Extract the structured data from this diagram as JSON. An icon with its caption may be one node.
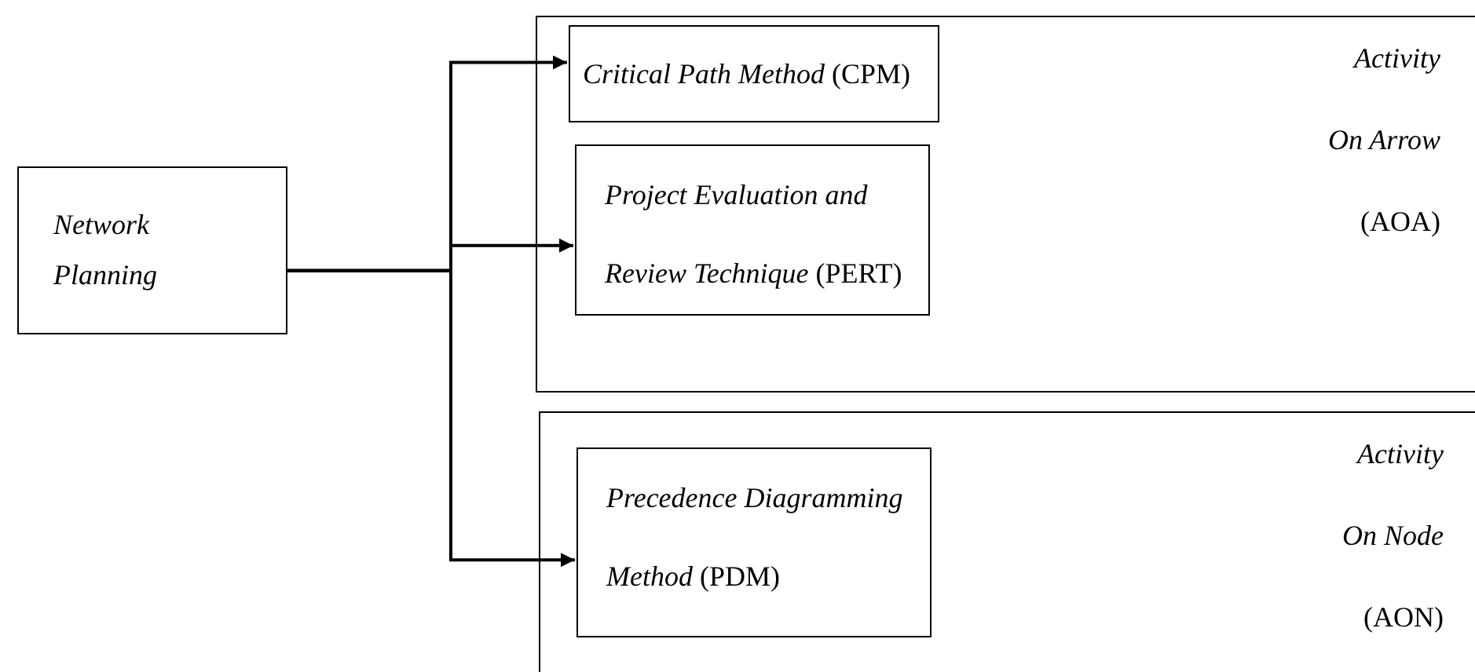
{
  "diagram": {
    "nodes": [
      {
        "text": [
          "Network Planning"
        ]
      },
      {
        "text": [
          "*Activity On Arrow* (AOA)"
        ]
      },
      {
        "text": [
          "*Critical Path Method* (CPM)"
        ],
        "in": 1
      },
      {
        "text": [
          "*Project Evaluation and Review Technique* (PERT)"
        ],
        "in": 1
      },
      {
        "text": [
          "*Activity On Node* (AON)"
        ]
      },
      {
        "text": [
          "*Precedence Diagramming Method* (PDM)"
        ],
        "in": 4
      }
    ],
    "edges": [
      {
        "from": 0,
        "to": 2,
        "arrow": "to"
      },
      {
        "from": 0,
        "to": 3,
        "arrow": "to"
      },
      {
        "from": 0,
        "to": 5,
        "arrow": "to"
      }
    ]
  }
}
